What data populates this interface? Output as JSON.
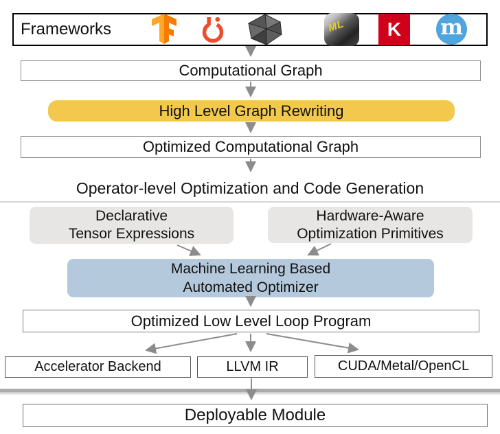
{
  "frameworks": {
    "label": "Frameworks",
    "logos": [
      {
        "name": "tensorflow"
      },
      {
        "name": "pytorch"
      },
      {
        "name": "mxnet-polyhedron"
      },
      {
        "name": "coreml",
        "text": "ML"
      },
      {
        "name": "keras",
        "text": "K"
      },
      {
        "name": "m-framework",
        "text": "m"
      }
    ]
  },
  "flow": {
    "computational_graph": "Computational Graph",
    "graph_rewriting": "High Level Graph Rewriting",
    "optimized_graph": "Optimized Computational Graph",
    "loop_program": "Optimized Low Level Loop Program",
    "deployable": "Deployable Module"
  },
  "section": {
    "title": "Operator-level Optimization and Code Generation",
    "declarative": {
      "line1": "Declarative",
      "line2": "Tensor Expressions"
    },
    "hardware": {
      "line1": "Hardware-Aware",
      "line2": "Optimization Primitives"
    },
    "optimizer": {
      "line1": "Machine Learning Based",
      "line2": "Automated Optimizer"
    }
  },
  "backends": [
    {
      "label": "Accelerator Backend"
    },
    {
      "label": "LLVM IR"
    },
    {
      "label": "CUDA/Metal/OpenCL"
    }
  ],
  "colors": {
    "rewrite_gold": "#F2C84D",
    "optimizer_blue": "#B4C9DC",
    "primitive_gray": "#E7E6E4",
    "arrow_gray": "#8C8C8C",
    "keras_red": "#D0021B",
    "pytorch_red": "#EE4C2C",
    "tensorflow_orange": "#FF8F00",
    "m_blue": "#4FA5DC"
  }
}
